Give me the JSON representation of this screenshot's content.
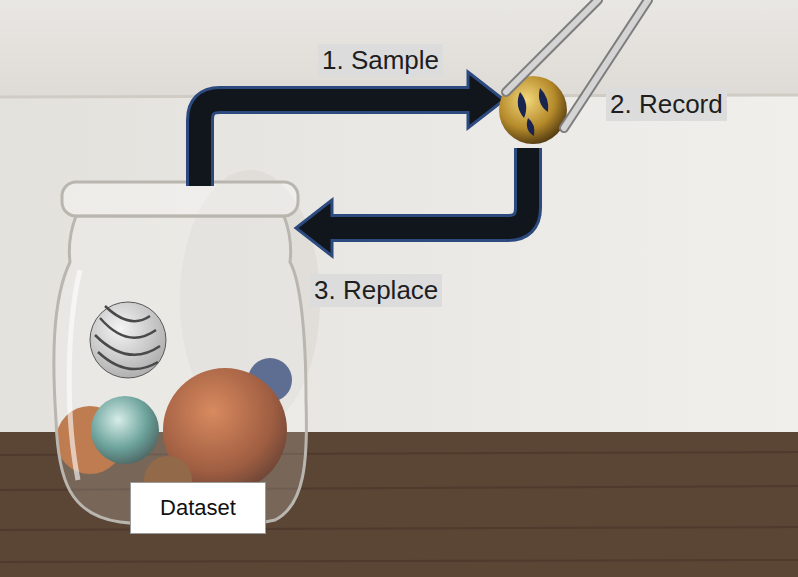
{
  "diagram": {
    "nodes": [
      {
        "text": [
          "Dataset"
        ]
      }
    ],
    "labels": [
      "1. Sample",
      "2. Record",
      "3. Replace"
    ]
  }
}
